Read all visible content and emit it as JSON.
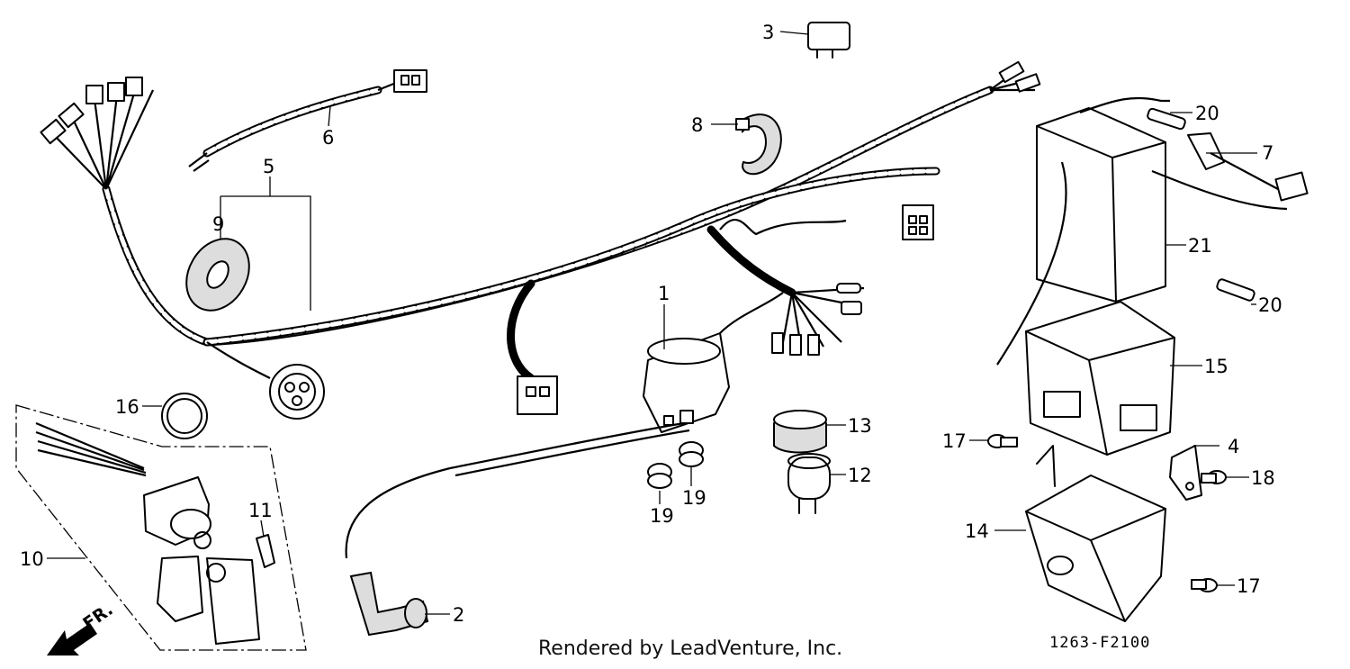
{
  "credit": "Rendered by LeadVenture, Inc.",
  "diagram_code": "1263-F2100",
  "front_arrow_label": "FR.",
  "callouts": {
    "c1": "1",
    "c2": "2",
    "c3": "3",
    "c4": "4",
    "c5": "5",
    "c6": "6",
    "c7": "7",
    "c8": "8",
    "c9": "9",
    "c10": "10",
    "c11": "11",
    "c12": "12",
    "c13": "13",
    "c14": "14",
    "c15": "15",
    "c16": "16",
    "c17a": "17",
    "c17b": "17",
    "c18": "18",
    "c19a": "19",
    "c19b": "19",
    "c20a": "20",
    "c20b": "20",
    "c21": "21"
  }
}
